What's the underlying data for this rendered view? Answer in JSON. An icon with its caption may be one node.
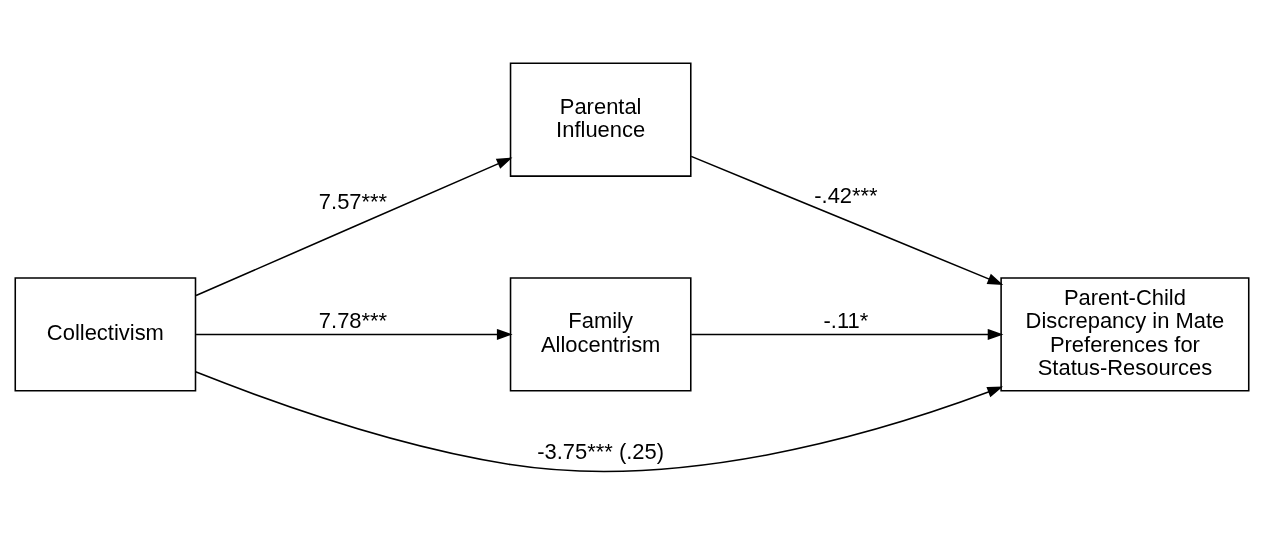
{
  "diagram": {
    "nodes": [
      {
        "text": [
          "Collectivism"
        ]
      },
      {
        "text": [
          "Parental Influence"
        ]
      },
      {
        "text": [
          "Family Allocentrism"
        ]
      },
      {
        "text": [
          "Parent-Child Discrepancy in Mate Preferences for Status-Resources"
        ]
      }
    ],
    "edges": [
      {
        "from": 0,
        "to": 1,
        "arrow": "to",
        "label": "7.57***"
      },
      {
        "from": 1,
        "to": 3,
        "arrow": "to",
        "label": "-.42***"
      },
      {
        "from": 0,
        "to": 3,
        "arrow": "to",
        "label": "-3.75*** (.25)"
      },
      {
        "from": 0,
        "to": 2,
        "arrow": "to",
        "label": "7.78***"
      },
      {
        "from": 2,
        "to": 3,
        "arrow": "to",
        "label": "-.11*"
      }
    ]
  }
}
